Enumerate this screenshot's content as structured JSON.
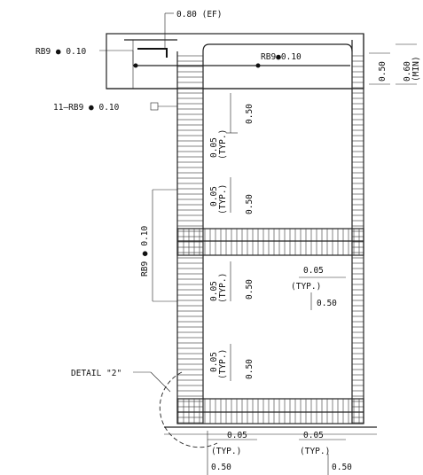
{
  "labels": {
    "top_rebar": "0.80 (EF)",
    "rb9_top_left": "RB9 ● 0.10",
    "rb9_inner": "RB9●0.10",
    "eleven_rb9": "11–RB9 ● 0.10",
    "rb9_vertical": "RB9 ● 0.10",
    "detail": "DETAIL \"2\""
  },
  "dims": {
    "right_050": "0.50",
    "right_060": "0.60",
    "right_min": "(MIN)",
    "c1_005": "0.05",
    "c1_typ": "(TYP.)",
    "c1_050": "0.50",
    "c2_005": "0.05",
    "c2_typ": "(TYP.)",
    "c2_050": "0.50",
    "c3_005": "0.05",
    "c3_typ": "(TYP.)",
    "c3_050": "0.50",
    "c4_005": "0.05",
    "c4_typ": "(TYP.)",
    "c4_050": "0.50",
    "r3_005": "0.05",
    "r3_typ": "(TYP.)",
    "r3_050": "0.50",
    "b1_005": "0.05",
    "b1_typ": "(TYP.)",
    "b1_050": "0.50",
    "b2_005": "0.05",
    "b2_typ": "(TYP.)",
    "b2_050": "0.50"
  }
}
